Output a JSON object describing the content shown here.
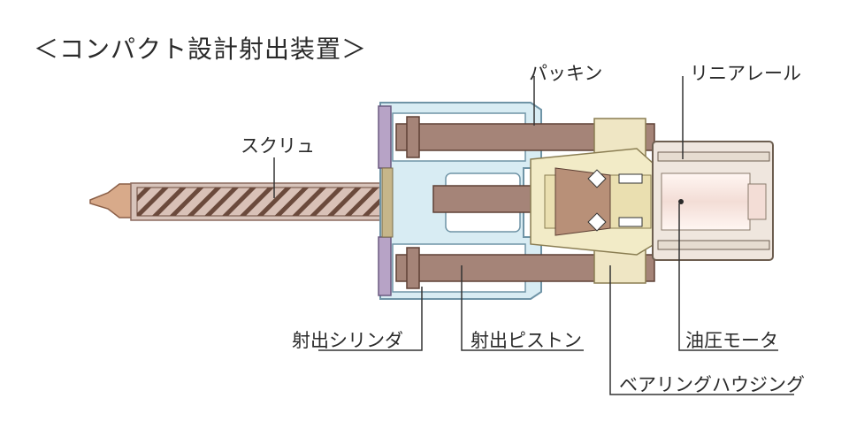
{
  "title": "＜コンパクト設計射出装置＞",
  "labels": {
    "packing": "パッキン",
    "linear_rail": "リニアレール",
    "screw": "スクリュ",
    "injection_cylinder": "射出シリンダ",
    "injection_piston": "射出ピストン",
    "hydraulic_motor": "油圧モータ",
    "bearing_housing": "ベアリングハウジング"
  },
  "colors": {
    "cylinder_body": "#d8ecf3",
    "cylinder_edge": "#7fa6b8",
    "piston_rod": "#a58478",
    "end_cap": "#b7a3c6",
    "housing": "#efe6c4",
    "motor": "#efe6de",
    "screw_stripe": "#6b4a3c"
  }
}
